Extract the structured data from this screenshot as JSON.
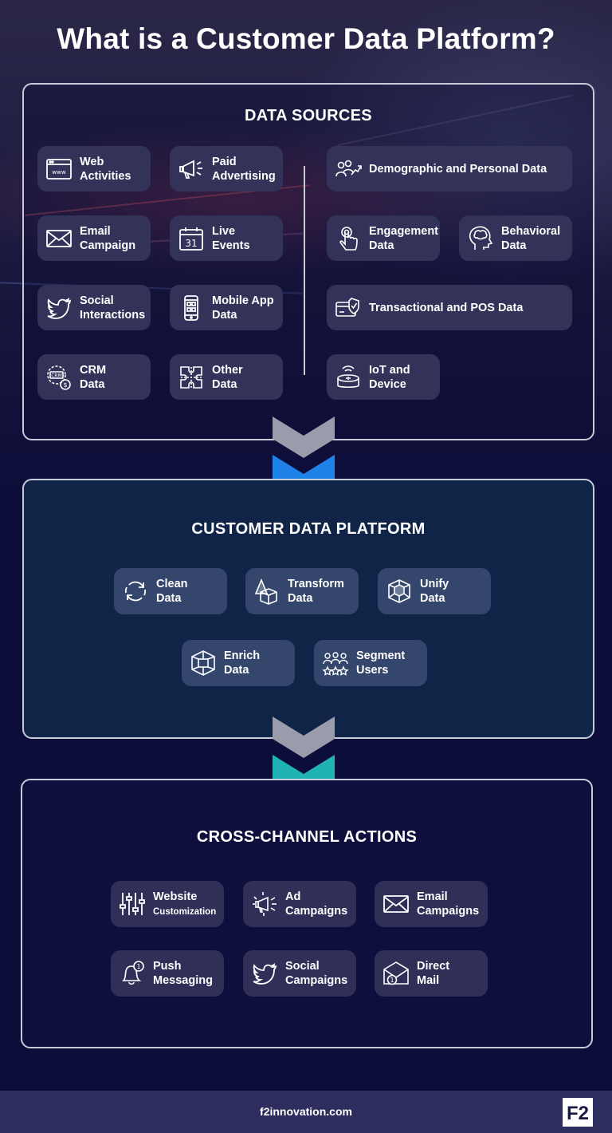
{
  "title": "What is a Customer Data Platform?",
  "sections": {
    "sources": {
      "title": "DATA SOURCES",
      "items": [
        {
          "label": "Web\nActivities",
          "icon": "browser-icon"
        },
        {
          "label": "Paid\nAdvertising",
          "icon": "megaphone-icon"
        },
        {
          "label": "Email\nCampaign",
          "icon": "envelope-icon"
        },
        {
          "label": "Live\nEvents",
          "icon": "calendar-icon"
        },
        {
          "label": "Social\nInteractions",
          "icon": "twitter-bird-icon"
        },
        {
          "label": "Mobile App\nData",
          "icon": "mobile-phone-icon"
        },
        {
          "label": "CRM\nData",
          "icon": "crm-gears-icon"
        },
        {
          "label": "Other\nData",
          "icon": "puzzle-icon"
        },
        {
          "label": "Demographic and Personal Data",
          "icon": "people-growth-icon"
        },
        {
          "label": "Engagement\nData",
          "icon": "touch-hand-icon"
        },
        {
          "label": "Behavioral\nData",
          "icon": "head-brain-icon"
        },
        {
          "label": "Transactional and POS Data",
          "icon": "card-check-icon"
        },
        {
          "label": "IoT and\nDevice",
          "icon": "smart-speaker-icon"
        }
      ]
    },
    "cdp": {
      "title": "CUSTOMER DATA PLATFORM",
      "items": [
        {
          "label": "Clean\nData",
          "icon": "refresh-cycle-icon"
        },
        {
          "label": "Transform\nData",
          "icon": "shapes-cube-icon"
        },
        {
          "label": "Unify\nData",
          "icon": "cube-network-icon"
        },
        {
          "label": "Enrich\nData",
          "icon": "enrich-cube-icon"
        },
        {
          "label": "Segment\nUsers",
          "icon": "users-stars-icon"
        }
      ]
    },
    "actions": {
      "title": "CROSS-CHANNEL ACTIONS",
      "items": [
        {
          "label": "Website",
          "sublabel": "Customization",
          "icon": "sliders-icon"
        },
        {
          "label": "Ad\nCampaigns",
          "icon": "megaphone-burst-icon"
        },
        {
          "label": "Email\nCampaigns",
          "icon": "envelope-icon"
        },
        {
          "label": "Push\nMessaging",
          "icon": "bell-alert-icon"
        },
        {
          "label": "Social\nCampaigns",
          "icon": "twitter-bird-icon"
        },
        {
          "label": "Direct\nMail",
          "icon": "mail-alert-icon"
        }
      ]
    }
  },
  "colors": {
    "chevron_gray": "#9a9bab",
    "chevron_blue": "#1e82e8",
    "chevron_teal": "#1fb3b3"
  },
  "footer": {
    "url": "f2innovation.com",
    "logo_text": "F2"
  }
}
